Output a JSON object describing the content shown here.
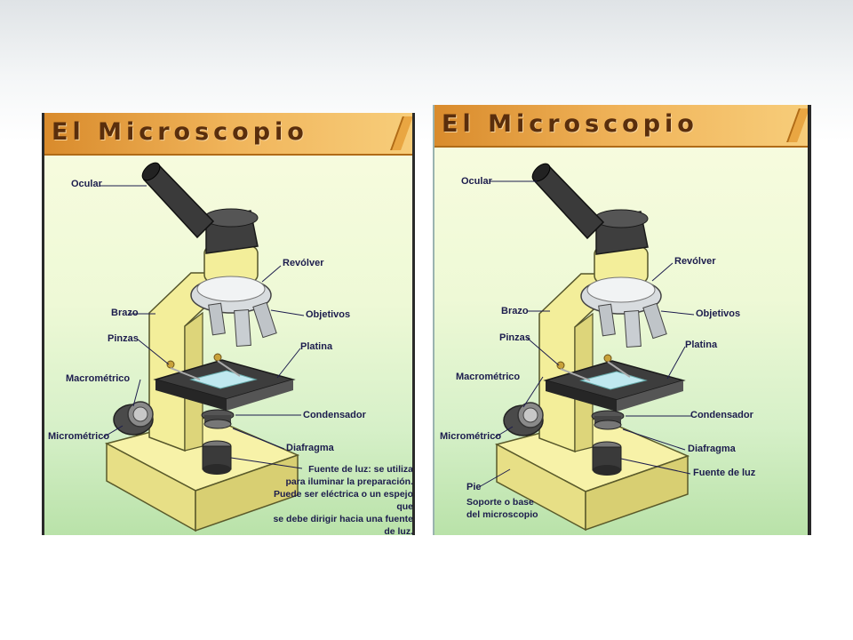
{
  "panels": [
    {
      "title": "El Microscopio",
      "labels": {
        "ocular": "Ocular",
        "revolver": "Revólver",
        "objetivos": "Objetivos",
        "brazo": "Brazo",
        "pinzas": "Pinzas",
        "platina": "Platina",
        "macrometrico": "Macrométrico",
        "condensador": "Condensador",
        "micrometrico": "Micrométrico",
        "diafragma": "Diafragma"
      },
      "fuente_note": {
        "term": "Fuente de luz",
        "line1": ": se utiliza",
        "line2": "para iluminar la preparación.",
        "line3": "Puede ser eléctrica o un espejo que",
        "line4": "se debe dirigir hacia una fuente de luz."
      }
    },
    {
      "title": "El Microscopio",
      "labels": {
        "ocular": "Ocular",
        "revolver": "Revólver",
        "objetivos": "Objetivos",
        "brazo": "Brazo",
        "pinzas": "Pinzas",
        "platina": "Platina",
        "macrometrico": "Macrométrico",
        "condensador": "Condensador",
        "micrometrico": "Micrométrico",
        "diafragma": "Diafragma",
        "fuente": "Fuente de luz",
        "pie": "Pie"
      },
      "pie_note": {
        "line1": "Soporte o base",
        "line2": "del microscopio"
      }
    }
  ],
  "colors": {
    "arm_yellow": "#f3ee9a",
    "base_yellow": "#f7f2a8",
    "dark_gray": "#3a3a3a",
    "metal": "#cfd3d6",
    "title_orange": "#f0b45a",
    "label_navy": "#1c1c4d"
  }
}
